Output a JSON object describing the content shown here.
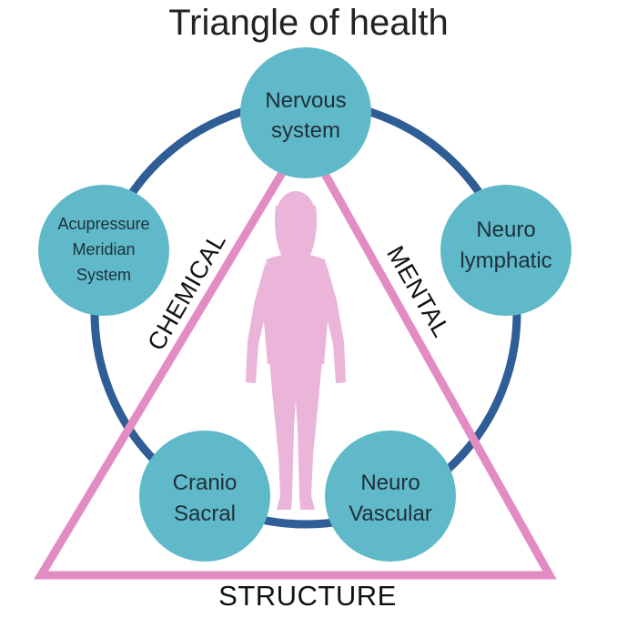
{
  "title": "Triangle of health",
  "colors": {
    "node_fill": "#5fb9c9",
    "ring": "#2f5d96",
    "triangle": "#e38cc4",
    "figure": "#eab5d9",
    "text": "#1f2f3a"
  },
  "nodes": {
    "nervous": {
      "line1": "Nervous",
      "line2": "system"
    },
    "neuro_lymphatic": {
      "line1": "Neuro",
      "line2": "lymphatic"
    },
    "neuro_vascular": {
      "line1": "Neuro",
      "line2": "Vascular"
    },
    "cranio_sacral": {
      "line1": "Cranio",
      "line2": "Sacral"
    },
    "acupressure": {
      "line1": "Acupressure",
      "line2": "Meridian",
      "line3": "System"
    }
  },
  "sides": {
    "left": "CHEMICAL",
    "right": "MENTAL",
    "base": "STRUCTURE"
  },
  "icons": {
    "figure": "human-silhouette-icon"
  }
}
